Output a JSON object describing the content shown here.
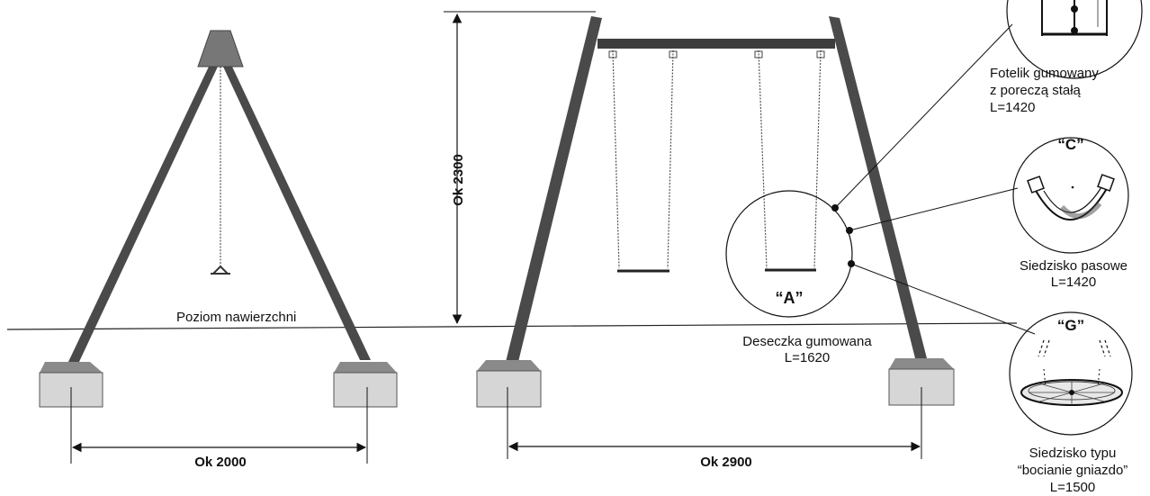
{
  "diagram": {
    "surface_label": "Poziom nawierzchni",
    "side_view": {
      "width_label": "Ok 2000"
    },
    "front_view": {
      "height_label": "Ok 2300",
      "width_label": "Ok 2900",
      "detail_a_label": "“A”",
      "detail_a_caption_line1": "Deseczka gumowana",
      "detail_a_caption_line2": "L=1620"
    },
    "callouts": {
      "fotelik": {
        "line1": "Fotelik  gumowany",
        "line2": "z poreczą stałą",
        "line3": "L=1420"
      },
      "c": {
        "letter": "“C”",
        "line1": "Siedzisko pasowe",
        "line2": "L=1420"
      },
      "g": {
        "letter": "“G”",
        "line1": "Siedzisko typu",
        "line2": "“bocianie gniazdo”",
        "line3": "L=1500"
      }
    }
  }
}
